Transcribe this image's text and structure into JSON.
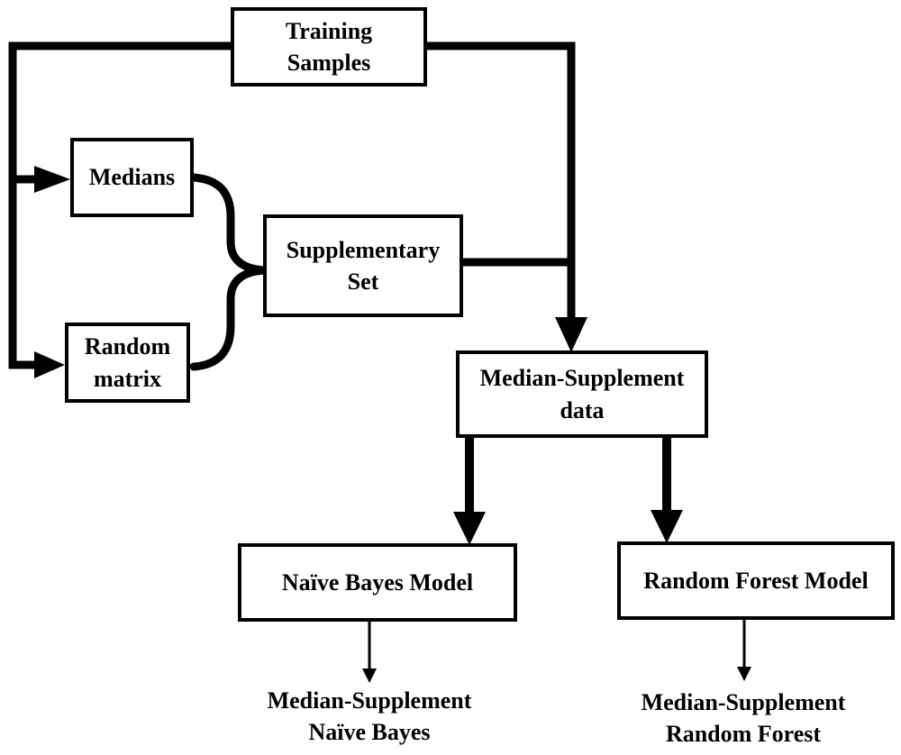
{
  "diagram": {
    "nodes": {
      "training_samples": {
        "line1": "Training",
        "line2": "Samples"
      },
      "medians": {
        "line1": "Medians"
      },
      "random_matrix": {
        "line1": "Random",
        "line2": "matrix"
      },
      "supplementary_set": {
        "line1": "Supplementary",
        "line2": "Set"
      },
      "median_supplement_data": {
        "line1": "Median-Supplement",
        "line2": "data"
      },
      "naive_bayes_model": {
        "line1": "Naïve Bayes Model"
      },
      "random_forest_model": {
        "line1": "Random Forest Model"
      }
    },
    "outputs": {
      "nb_output": {
        "line1": "Median-Supplement",
        "line2": "Naïve Bayes"
      },
      "rf_output": {
        "line1": "Median-Supplement",
        "line2": "Random Forest"
      }
    }
  }
}
